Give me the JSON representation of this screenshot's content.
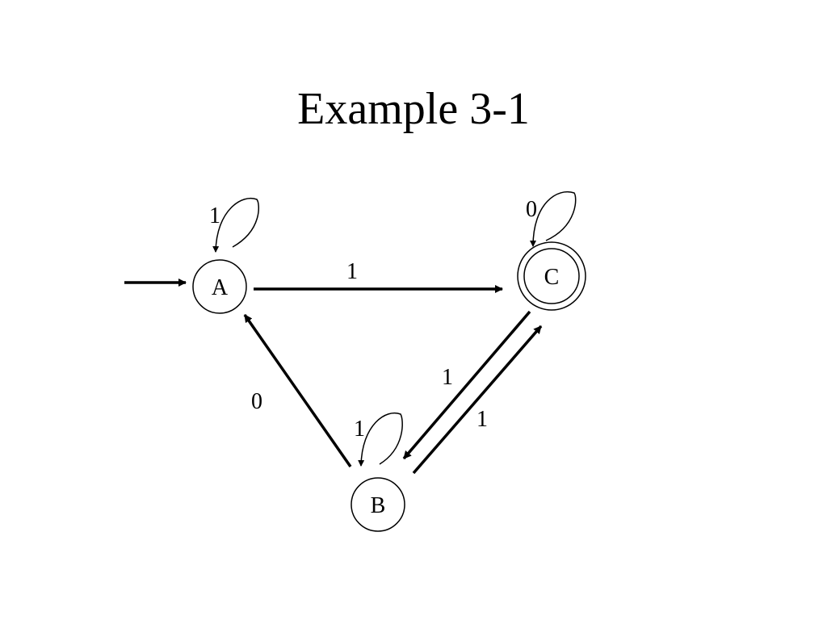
{
  "title": "Example 3-1",
  "colors": {
    "ink": "#000000",
    "background": "#ffffff"
  },
  "states": {
    "a": {
      "label": "A",
      "start": true,
      "accepting": false
    },
    "b": {
      "label": "B",
      "start": false,
      "accepting": false
    },
    "c": {
      "label": "C",
      "start": false,
      "accepting": true
    }
  },
  "transitions": {
    "a_to_a": {
      "from": "A",
      "to": "A",
      "symbol": "1"
    },
    "a_to_c": {
      "from": "A",
      "to": "C",
      "symbol": "1"
    },
    "c_to_c": {
      "from": "C",
      "to": "C",
      "symbol": "0"
    },
    "c_to_b": {
      "from": "C",
      "to": "B",
      "symbol": "1"
    },
    "b_to_c": {
      "from": "B",
      "to": "C",
      "symbol": "1"
    },
    "b_to_a": {
      "from": "B",
      "to": "A",
      "symbol": "0"
    },
    "b_to_b": {
      "from": "B",
      "to": "B",
      "symbol": "1"
    }
  }
}
